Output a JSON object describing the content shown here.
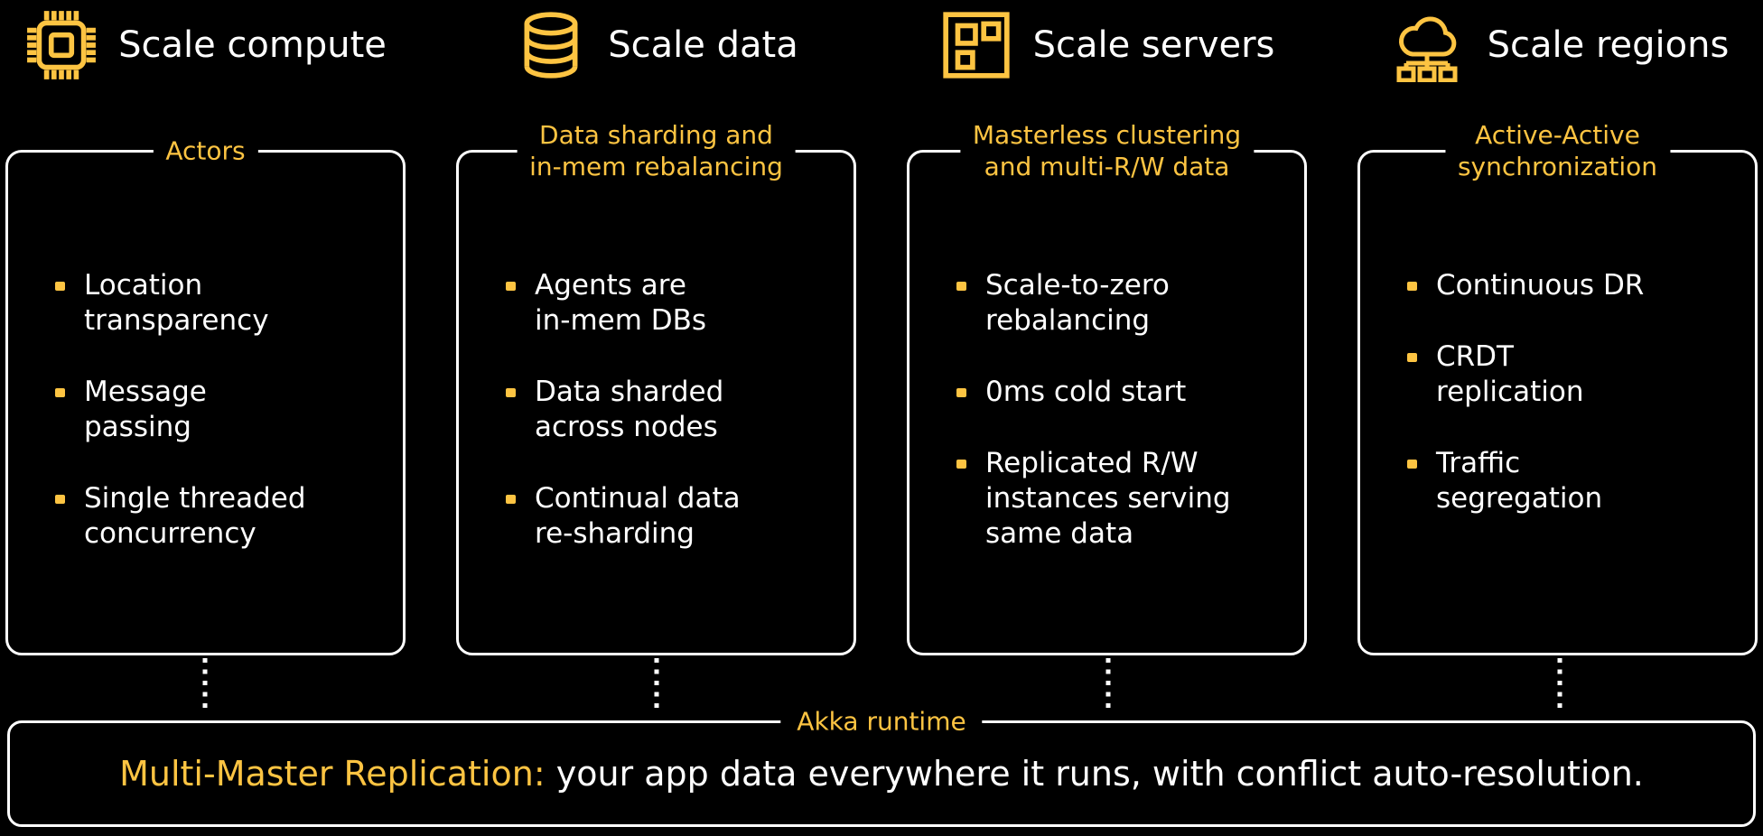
{
  "theme": {
    "background": "#000000",
    "accent": "#FDC442",
    "text": "#FFFFFF",
    "border": "#FFFFFF"
  },
  "columns": [
    {
      "header": "Scale compute",
      "icon": "chip-icon",
      "title": "Actors",
      "bullets": [
        "Location\ntransparency",
        "Message\npassing",
        "Single threaded\nconcurrency"
      ]
    },
    {
      "header": "Scale data",
      "icon": "database-icon",
      "title": "Data sharding and\nin-mem rebalancing",
      "bullets": [
        "Agents are\nin-mem DBs",
        "Data sharded\nacross nodes",
        "Continual data\nre-sharding"
      ]
    },
    {
      "header": "Scale servers",
      "icon": "servers-grid-icon",
      "title": "Masterless clustering\nand multi-R/W data",
      "bullets": [
        "Scale-to-zero\nrebalancing",
        "0ms cold start",
        "Replicated R/W\ninstances serving\nsame data"
      ]
    },
    {
      "header": "Scale regions",
      "icon": "cloud-network-icon",
      "title": "Active-Active\nsynchronization",
      "bullets": [
        "Continuous DR",
        "CRDT\nreplication",
        "Traffic\nsegregation"
      ]
    }
  ],
  "runtime": {
    "label": "Akka runtime",
    "highlight": "Multi-Master Replication:",
    "text": " your app data everywhere it runs, with conflict auto-resolution."
  }
}
